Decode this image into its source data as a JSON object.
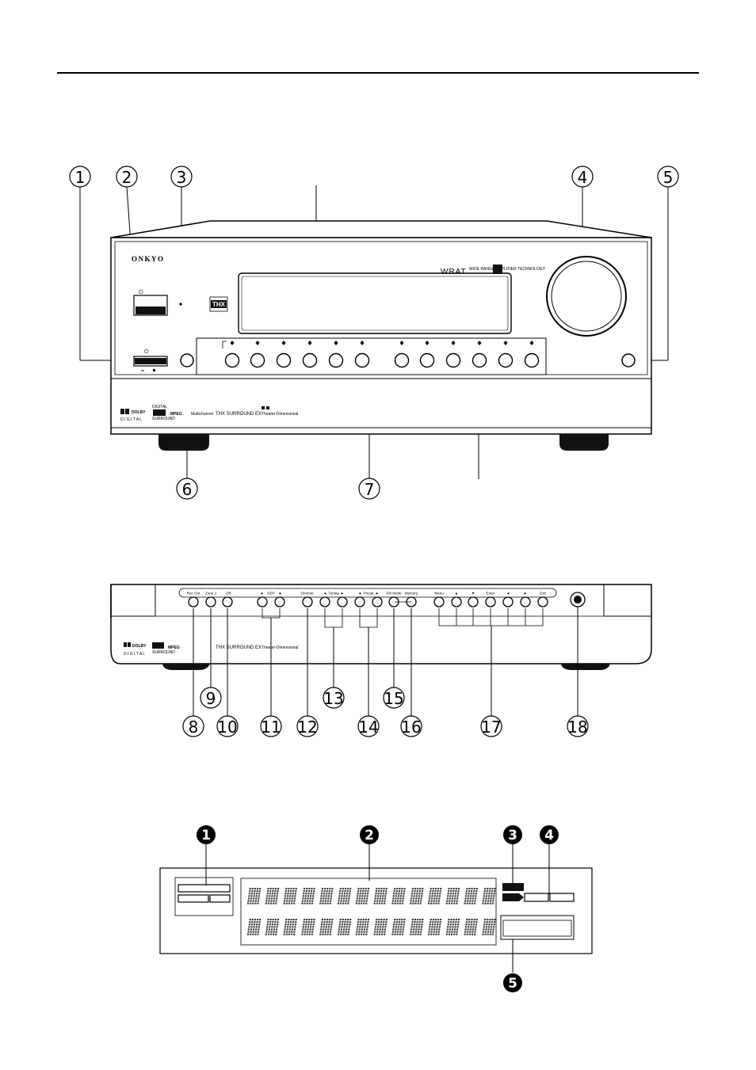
{
  "brand": "ONKYO",
  "front_panel": {
    "callouts": [
      "1",
      "2",
      "3",
      "4",
      "5",
      "6",
      "7"
    ]
  },
  "subpanel": {
    "labels": [
      "Rec Out",
      "Zone 2",
      "Off",
      "◄",
      "DSP",
      "►",
      "Dimmer",
      "◄",
      "Tuning",
      "►",
      "◄",
      "Preset",
      "►",
      "FM Mode",
      "Memory",
      "Menu",
      "▲",
      "▼",
      "Enter",
      "◄",
      "►",
      "Exit"
    ],
    "callouts": [
      "8",
      "9",
      "10",
      "11",
      "12",
      "13",
      "14",
      "15",
      "16",
      "17",
      "18"
    ]
  },
  "display": {
    "callouts": [
      "1",
      "2",
      "3",
      "4",
      "5"
    ]
  },
  "logos": {
    "dolby": "DOLBY",
    "digital": "D I G I T A L",
    "dts_top": "DIGITAL",
    "dts_bottom": "SURROUND",
    "mpeg": "MPEG",
    "multichannel": "Multichannel",
    "thx_ex": "THX SURROUND EX",
    "theater": "Theater-Dimensional",
    "thx": "THX",
    "wrat": "WRAT",
    "wrat_sub": "WIDE RANGE AMPLIFIER TECHNOLOGY"
  }
}
